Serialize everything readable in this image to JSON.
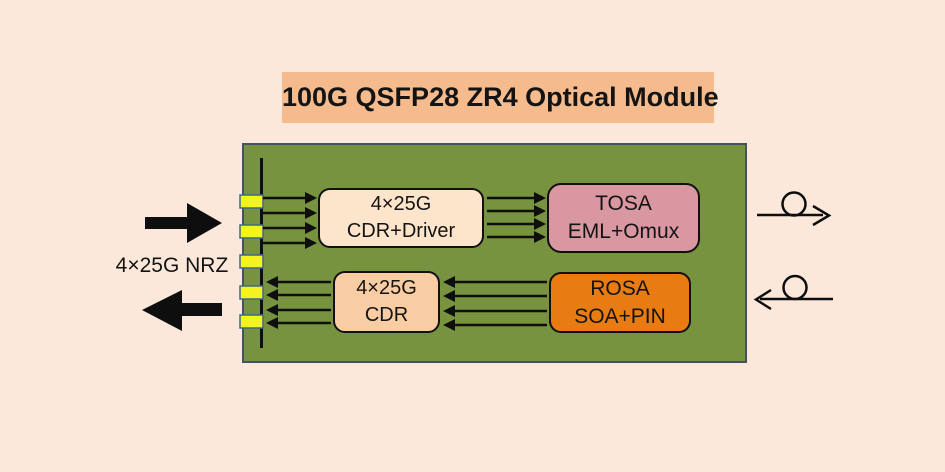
{
  "title": "100G QSFP28 ZR4 Optical Module",
  "labels": {
    "nrz": "4×25G NRZ"
  },
  "module": {
    "blocks": {
      "cdr_driver": {
        "line1": "4×25G",
        "line2": "CDR+Driver"
      },
      "tosa": {
        "line1": "TOSA",
        "line2": "EML+Omux"
      },
      "cdr": {
        "line1": "4×25G",
        "line2": "CDR"
      },
      "rosa": {
        "line1": "ROSA",
        "line2": "SOA+PIN"
      }
    },
    "connector_pads_count": 5,
    "tx_lane_arrows": 4,
    "rx_lane_arrows": 4
  },
  "icons": {
    "electrical_input": "big-right-arrow",
    "electrical_output": "big-left-arrow",
    "fiber_output": "fiber-loop-arrow-right",
    "fiber_input": "fiber-loop-arrow-left"
  },
  "colors": {
    "background": "#fbe8db",
    "title_fill": "#f6bb8c",
    "module_fill": "#78933f",
    "module_border": "#44545c",
    "cdr_driver_fill": "#fde5cb",
    "cdr_fill": "#f9cda3",
    "tosa_fill": "#d897a1",
    "rosa_fill": "#e87c12",
    "pad_fill": "#f2f31f",
    "pad_border": "#3e6a85",
    "line_black": "#0e0e0e"
  }
}
